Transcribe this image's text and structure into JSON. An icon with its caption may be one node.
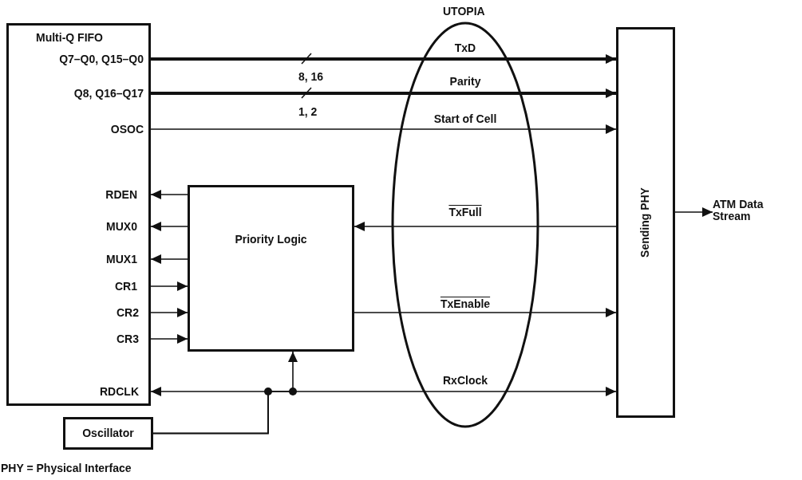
{
  "diagram": {
    "nodes": [
      {
        "text": [
          "Multi-Q FIFO"
        ]
      },
      {
        "text": [
          "Priority Logic"
        ]
      },
      {
        "text": [
          "Sending PHY"
        ]
      },
      {
        "text": [
          "Oscillator"
        ]
      },
      {
        "text": [
          "ATM Data Stream"
        ]
      }
    ],
    "edges": [
      {
        "from": 0,
        "to": 2,
        "arrow": "to",
        "label": "TxD",
        "style": "thick"
      },
      {
        "from": 0,
        "to": 2,
        "arrow": "to",
        "label": "Parity",
        "style": "thick"
      },
      {
        "from": 0,
        "to": 2,
        "arrow": "to",
        "label": "Start of Cell"
      },
      {
        "from": 1,
        "to": 0,
        "arrow": "to"
      },
      {
        "from": 1,
        "to": 0,
        "arrow": "to"
      },
      {
        "from": 1,
        "to": 0,
        "arrow": "to"
      },
      {
        "from": 0,
        "to": 1,
        "arrow": "to"
      },
      {
        "from": 0,
        "to": 1,
        "arrow": "to"
      },
      {
        "from": 0,
        "to": 1,
        "arrow": "to"
      },
      {
        "from": 2,
        "to": 1,
        "arrow": "to",
        "label": "TxFull"
      },
      {
        "from": 1,
        "to": 2,
        "arrow": "to",
        "label": "TxEnable"
      },
      {
        "from": 3,
        "to": 0,
        "arrow": "to"
      },
      {
        "from": 3,
        "to": 2,
        "arrow": "to",
        "label": "RxClock"
      },
      {
        "from": 3,
        "to": 1,
        "arrow": "to"
      },
      {
        "from": 2,
        "to": 4,
        "arrow": "to"
      }
    ],
    "labels": [
      "UTOPIA",
      "Q7–Q0, Q15–Q0",
      "Q8, Q16–Q17",
      "OSOC",
      "RDEN",
      "MUX0",
      "MUX1",
      "CR1",
      "CR2",
      "CR3",
      "RDCLK",
      "8, 16",
      "1, 2",
      "PHY = Physical Interface"
    ]
  }
}
